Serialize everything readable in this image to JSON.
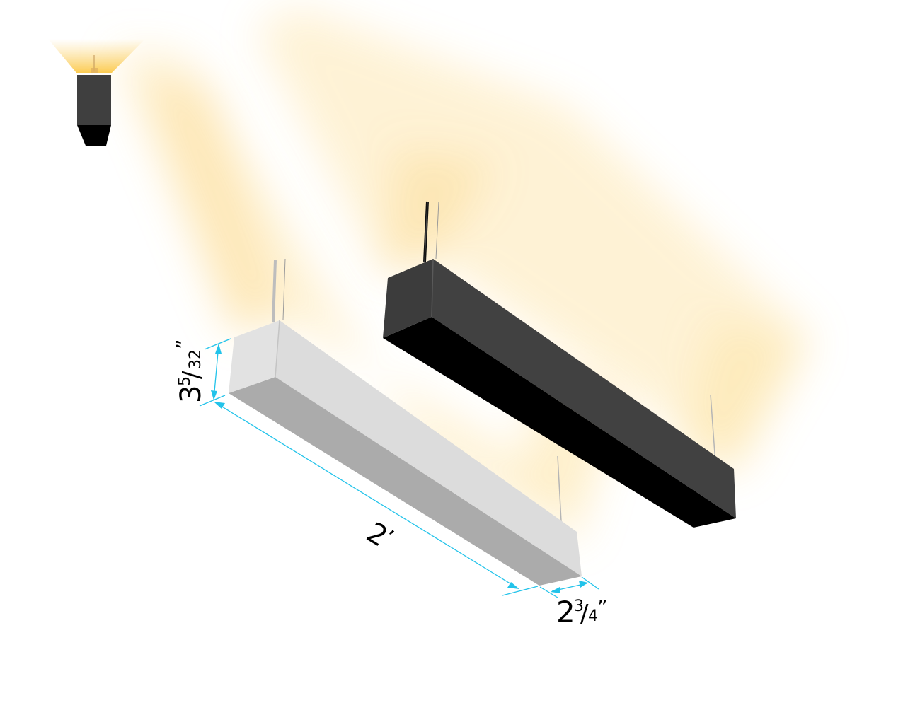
{
  "illustration": {
    "subject": "Linear suspended LED fixtures (up/down light)",
    "fixtures": [
      {
        "finish": "white",
        "body_color": "#dcdcdc",
        "side_color": "#ababab",
        "end_color": "#e0e0e0"
      },
      {
        "finish": "black",
        "body_color": "#414141",
        "side_color": "#000000",
        "end_color": "#3a3a3a"
      }
    ],
    "glow_color": "#fbd57a",
    "dimension_line_color": "#22c3ea"
  },
  "icon": {
    "name": "up-light-icon",
    "body_color": "#3f3f3f",
    "lens_color": "#000000"
  },
  "dimensions": {
    "height": {
      "whole": "3",
      "num": "5",
      "den": "32",
      "unit": "”"
    },
    "length": {
      "whole": "2",
      "unit": "’"
    },
    "width": {
      "whole": "2",
      "num": "3",
      "den": "4",
      "unit": "”"
    }
  }
}
